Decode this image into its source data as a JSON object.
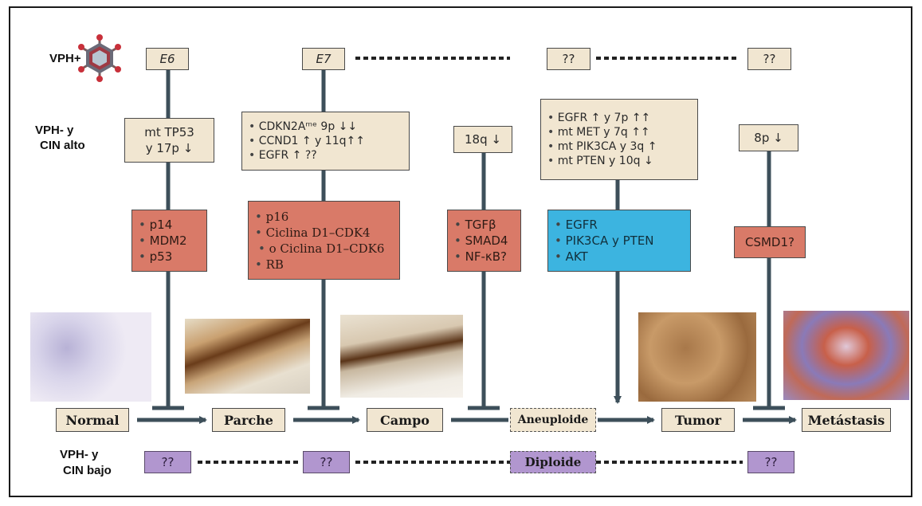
{
  "labels": {
    "vph_pos": "VPH+",
    "vph_neg_high_1": "VPH- y",
    "vph_neg_high_2": "CIN alto",
    "vph_neg_low_1": "VPH- y",
    "vph_neg_low_2": "CIN bajo"
  },
  "top_row": {
    "e6": "E6",
    "e7": "E7",
    "q1": "??",
    "q2": "??"
  },
  "alterations": {
    "tp53_line1": "mt TP53",
    "tp53_line2": "y   17p ↓",
    "cdkn_lines": [
      "CDKN2Aᵐᵉ   9p ↓↓",
      "CCND1 ↑  y  11q↑↑",
      "EGFR ↑ ??"
    ],
    "q18": "18q ↓",
    "egfr_lines": [
      "EGFR ↑  y   7p ↑↑",
      "mt MET   y  7q ↑↑",
      "mt PIK3CA   y  3q ↑",
      "mt PTEN   y  10q ↓"
    ],
    "p8": "8p ↓"
  },
  "pathways": {
    "p53": [
      "p14",
      "MDM2",
      "p53"
    ],
    "rb": [
      "p16",
      "Ciclina D1–CDK4",
      "o Ciclina D1–CDK6",
      "RB"
    ],
    "tgf": [
      "TGFβ",
      "SMAD4",
      "NF-κB?"
    ],
    "egfr": [
      "EGFR",
      "PIK3CA  y   PTEN",
      "AKT"
    ],
    "csmd1": "CSMD1?"
  },
  "stages": {
    "normal": "Normal",
    "parche": "Parche",
    "campo": "Campo",
    "aneuploide": "Aneuploide",
    "tumor": "Tumor",
    "metastasis": "Metástasis"
  },
  "bottom_row": {
    "q1": "??",
    "q2": "??",
    "diploide": "Diploide",
    "q3": "??"
  },
  "colors": {
    "beige": "#f1e6d1",
    "salmon": "#d97a68",
    "blue": "#3cb4e0",
    "purple": "#b196cf",
    "line": "#3d4f5a"
  },
  "icons": [
    "virus-icon"
  ]
}
